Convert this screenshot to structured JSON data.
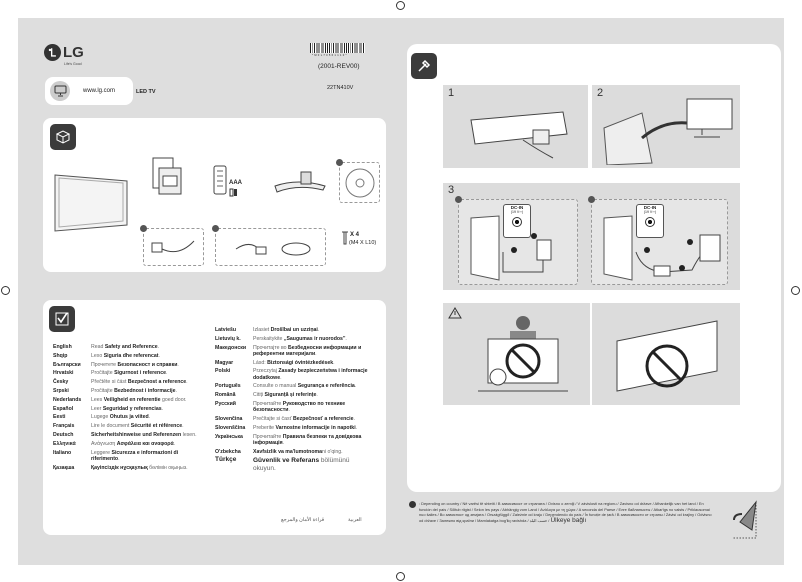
{
  "brand": {
    "logo": "LG",
    "tagline": "Life's Good"
  },
  "header": {
    "website": "www.lg.com",
    "product_type": "LED TV",
    "barcode_text": "* M F L 7 0 5 6 1 1 1 0 *",
    "revision": "(2001-REV00)",
    "model": "22TN410V"
  },
  "accessories": {
    "battery_label": "AAA",
    "screw_count": "X 4",
    "screw_spec": "(M4 X L10)"
  },
  "steps": {
    "s1": "1",
    "s2": "2",
    "s3": "3",
    "dc_in": "DC-IN",
    "dc_volt": "(19 V⎓)"
  },
  "languages_left": [
    {
      "lang": "English",
      "pre": "Read ",
      "bold": "Safety and Reference",
      "post": "."
    },
    {
      "lang": "Shqip",
      "pre": "Lexo ",
      "bold": "Siguria dhe referencat",
      "post": "."
    },
    {
      "lang": "Български",
      "pre": "Прочетете ",
      "bold": "Безопасност и справки",
      "post": "."
    },
    {
      "lang": "Hrvatski",
      "pre": "Pročitajte ",
      "bold": "Sigurnost i reference",
      "post": "."
    },
    {
      "lang": "Česky",
      "pre": "Přečtěte si část ",
      "bold": "Bezpečnost a reference",
      "post": "."
    },
    {
      "lang": "Srpski",
      "pre": "Pročitajte ",
      "bold": "Bezbednost i informacije",
      "post": "."
    },
    {
      "lang": "Nederlands",
      "pre": "Lees ",
      "bold": "Veiligheid en referentie",
      "post": " goed door."
    },
    {
      "lang": "Español",
      "pre": "Leer ",
      "bold": "Seguridad y referencias",
      "post": "."
    },
    {
      "lang": "Eesti",
      "pre": "Lugege ",
      "bold": "Ohutus ja viited",
      "post": "."
    },
    {
      "lang": "Français",
      "pre": "Lire le document ",
      "bold": "Sécurité et référence",
      "post": "."
    },
    {
      "lang": "Deutsch",
      "pre": "",
      "bold": "Sicherheitshinweise und Referenzen",
      "post": " lesen."
    },
    {
      "lang": "Ελληνικά",
      "pre": "Ανάγνωση ",
      "bold": "Ασφάλεια και αναφορά",
      "post": "."
    },
    {
      "lang": "Italiano",
      "pre": "Leggere ",
      "bold": "Sicurezza e informazioni di riferimento",
      "post": "."
    },
    {
      "lang": "Қазақша",
      "pre": "",
      "bold": "Қауіпсіздік нұсқаулық",
      "post": " бөлімін оқыңыз."
    }
  ],
  "languages_right": [
    {
      "lang": "Latviešu",
      "pre": "Izlasiet ",
      "bold": "Drošībai un uzziņai",
      "post": "."
    },
    {
      "lang": "Lietuvių k.",
      "pre": "Perskaitykite ",
      "bold": "„Saugumas ir nuorodos\"",
      "post": "."
    },
    {
      "lang": "Македонски",
      "pre": "Прочитајте во ",
      "bold": "Безбедносни информации и референтни материјали",
      "post": "."
    },
    {
      "lang": "Magyar",
      "pre": "Lásd: ",
      "bold": "Biztonsági óvintézkedések",
      "post": "."
    },
    {
      "lang": "Polski",
      "pre": "Przeczytaj ",
      "bold": "Zasady bezpieczeństwa i informacje dodatkowe",
      "post": "."
    },
    {
      "lang": "Português",
      "pre": "Consulte o manual ",
      "bold": "Segurança e referência",
      "post": "."
    },
    {
      "lang": "Română",
      "pre": "Citiți ",
      "bold": "Siguranță și referințe",
      "post": "."
    },
    {
      "lang": "Русский",
      "pre": "Прочитайте ",
      "bold": "Руководство по технике безопасности",
      "post": "."
    },
    {
      "lang": "Slovenčina",
      "pre": "Prečítajte si časť ",
      "bold": "Bezpečnosť a referencie",
      "post": "."
    },
    {
      "lang": "Slovenščina",
      "pre": "Preberite ",
      "bold": "Varnostne informacije in napotki",
      "post": "."
    },
    {
      "lang": "Українська",
      "pre": "Прочитайте ",
      "bold": "Правила безпеки та довідкова інформація",
      "post": "."
    },
    {
      "lang": "O'zbekcha",
      "pre": "",
      "bold": "Xavfsizlik va ma'lumotnoma",
      "post": "ni o'qing."
    },
    {
      "lang": "Türkçe",
      "pre": "",
      "bold": "Güvenlik ve Referans",
      "post": " bölümünü okuyun."
    }
  ],
  "arabic": {
    "lang": "العربية",
    "text": "قراءة الأمان والمرجع"
  },
  "footnote": {
    "text": ": Depending on country / Në varësi të shtetit / В зависимост от страната / Ovisno o zemlji / V závislosti na regionu / Zavisno od države / Afhankelijk van het land / En función del país / Sõltub riigist / Selon les pays / Abhängig vom Land / Ανάλογα με τη χώρα / A seconda del Paese / Елге байланысты / Atkarīgs no valsts / Priklausomai nuo šalies / Во зависност од земјата / Országfüggő / Zależnie od kraju / Dependendo do país / În funcție de țară / В зависимости от страны / Závisí od krajiny / Odvisno od države / Залежно від країни / Mamlakatga bog'liq ravishda / حسب البلد /",
    "last": "Ülkeye bağlı"
  }
}
